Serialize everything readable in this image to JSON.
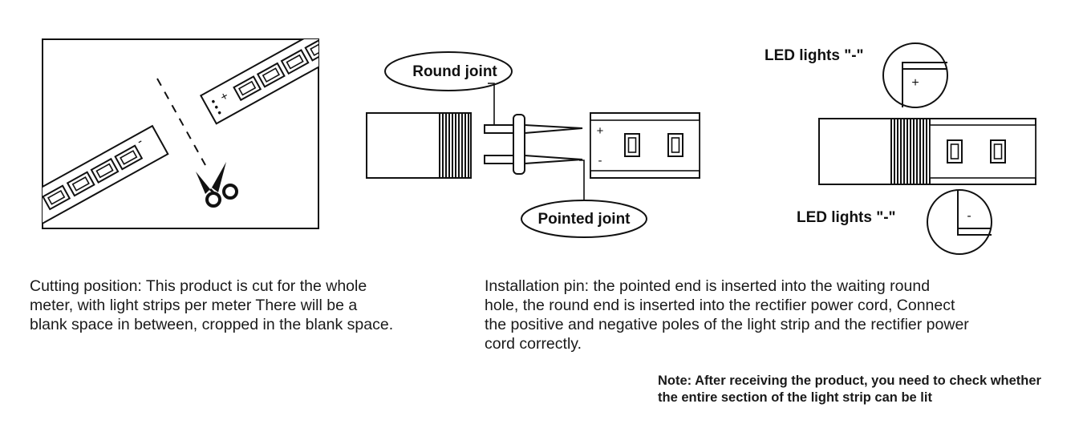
{
  "panel_cut": {
    "plus_sign": "+",
    "minus_sign": "-"
  },
  "panel_joint": {
    "round_joint_label": "Round joint",
    "pointed_joint_label": "Pointed joint",
    "plus_sign": "+",
    "minus_sign": "-"
  },
  "panel_led": {
    "top_label": "LED lights  \"-\"",
    "bottom_label": "LED lights  \"-\"",
    "plus_sign": "+",
    "minus_sign": "-"
  },
  "texts": {
    "cutting_line1": "Cutting position: This product is cut for the whole",
    "cutting_line2": "meter, with light strips per meter There will be a",
    "cutting_line3": "blank space in between, cropped in the blank space.",
    "install_line1": "Installation pin: the pointed end is inserted into the waiting round",
    "install_line2": "hole, the round end is inserted into the rectifier power cord, Connect",
    "install_line3": "the positive and negative poles of the light strip and the rectifier power",
    "install_line4": "cord correctly.",
    "note_line1": "Note: After receiving the product, you need to check whether",
    "note_line2": "the entire section of the light strip can be lit"
  }
}
